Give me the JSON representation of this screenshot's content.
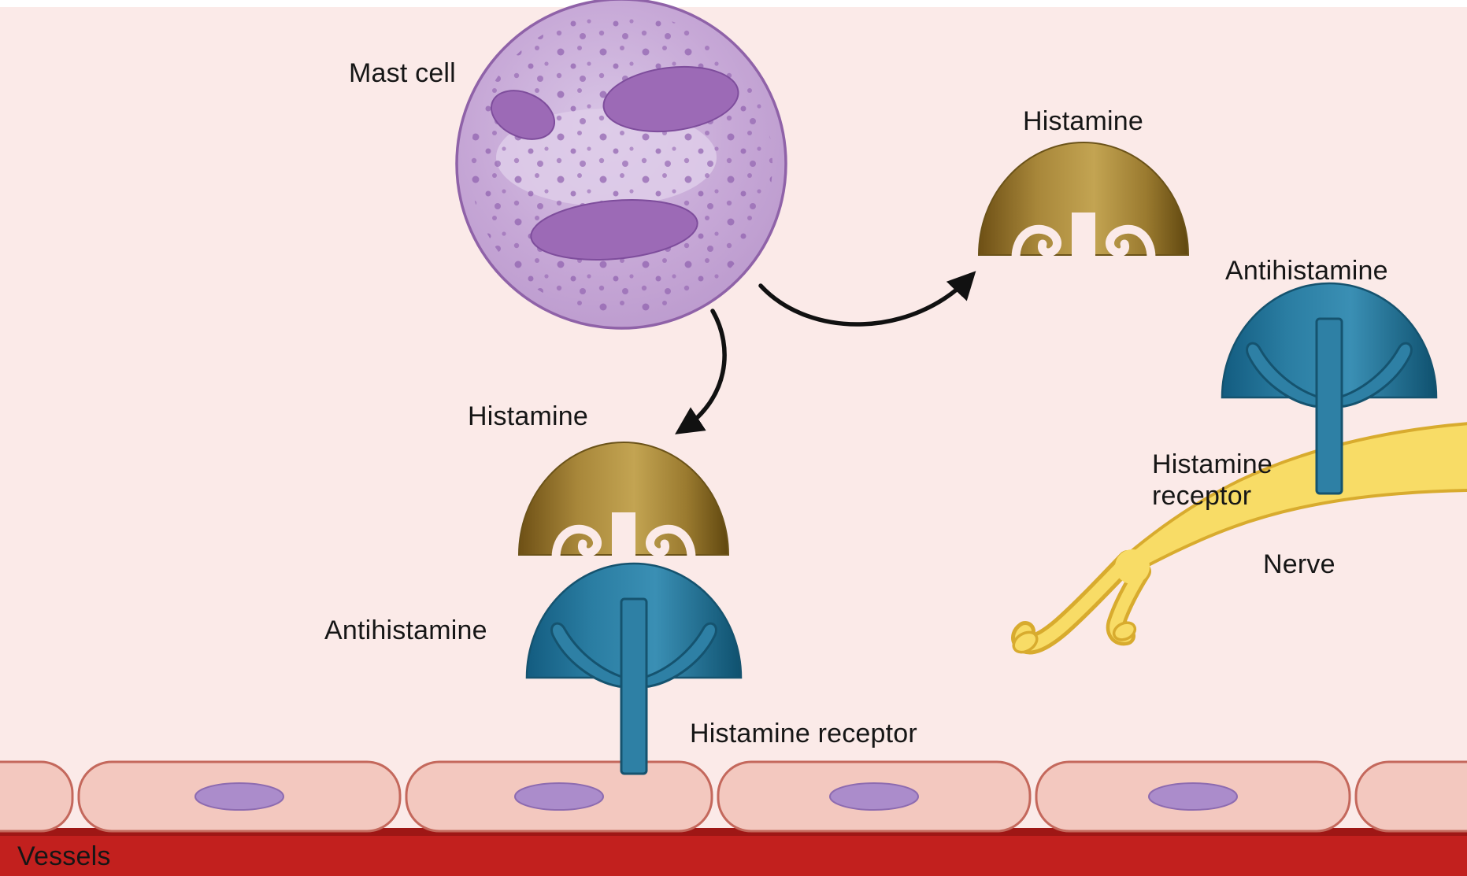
{
  "title": "Histamine release and antihistamine action diagram",
  "labels": {
    "mast_cell": "Mast cell",
    "histamine_top": "Histamine",
    "histamine_mid": "Histamine",
    "antihistamine_right": "Antihistamine",
    "antihistamine_center": "Antihistamine",
    "histamine_receptor_right_line1": "Histamine",
    "histamine_receptor_right_line2": "receptor",
    "histamine_receptor_center": "Histamine receptor",
    "nerve": "Nerve",
    "vessels": "Vessels"
  },
  "colors": {
    "background": "#fbeae8",
    "top_strip": "#ffffff",
    "mast_cell_body": "#c6a7d6",
    "mast_cell_rim": "#8f62a8",
    "mast_cell_nucleus": "#9c6ab6",
    "granule_dots": "#8f5fae",
    "histamine_gold": "#b3913f",
    "antihistamine_teal": "#2e80a5",
    "teal_outline": "#15536f",
    "nerve_fill": "#f8dc66",
    "nerve_outline": "#d8ab2e",
    "vessel_cell_fill": "#f3c8bf",
    "vessel_cell_outline": "#c4685c",
    "vessel_nucleus": "#ab8ccb",
    "blood_red": "#c2201e",
    "arrow": "#111111",
    "label_text": "#161616"
  }
}
